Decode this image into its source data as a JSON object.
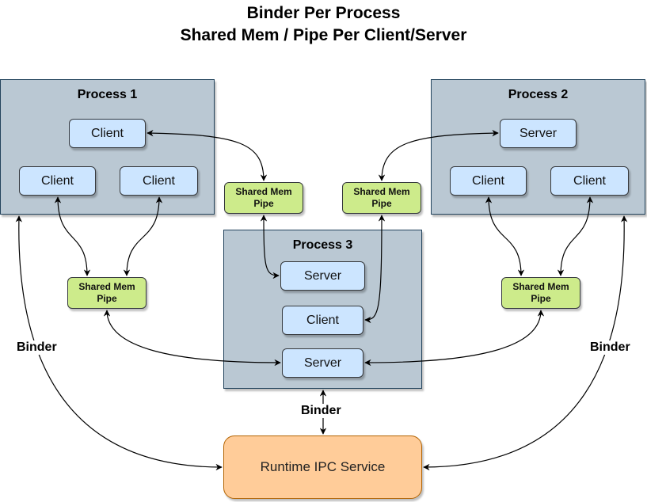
{
  "title": {
    "line1": "Binder Per Process",
    "line2": "Shared Mem / Pipe Per Client/Server"
  },
  "processes": {
    "p1": {
      "label": "Process 1",
      "nodes": [
        "Client",
        "Client",
        "Client"
      ]
    },
    "p2": {
      "label": "Process 2",
      "nodes": [
        "Server",
        "Client",
        "Client"
      ]
    },
    "p3": {
      "label": "Process 3",
      "nodes": [
        "Server",
        "Client",
        "Server"
      ]
    }
  },
  "pipes": {
    "top_left": "Shared Mem Pipe",
    "top_right": "Shared Mem Pipe",
    "left": "Shared Mem Pipe",
    "right": "Shared Mem Pipe"
  },
  "service": {
    "label": "Runtime IPC Service"
  },
  "edge_labels": {
    "left": "Binder",
    "right": "Binder",
    "center": "Binder"
  },
  "colors": {
    "process_fill": "#bac8d3",
    "node_fill": "#cce5ff",
    "pipe_fill": "#cdeb8b",
    "service_fill": "#ffcc99"
  }
}
